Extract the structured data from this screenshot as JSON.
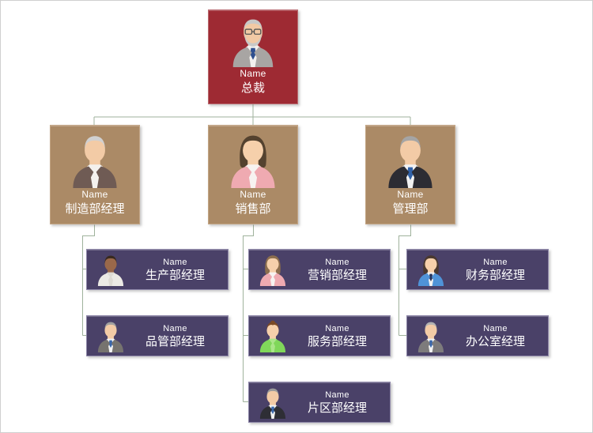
{
  "diagram": {
    "type": "org-chart"
  },
  "colors": {
    "page_bg": "#ffffff",
    "page_border": "#cfcfcf",
    "level1_bg": "#9e2a33",
    "level1_border": "#b96a70",
    "level2_bg": "#ab8a66",
    "level2_border": "#c3a585",
    "level3_bg": "#4a4168",
    "level3_border": "#8d86a8",
    "connector": "#9fb29c",
    "text": "#ffffff"
  },
  "nodes": {
    "ceo": {
      "name": "Name",
      "title": "总裁",
      "avatar": {
        "skin": "#f1c9a5",
        "hair": "#c8c8c8",
        "coat": "#a8a5a3",
        "shirt": "#f2f0ee",
        "tie": "#2f4f8f",
        "features": "beard glasses"
      }
    },
    "manufacturing": {
      "name": "Name",
      "title": "制造部经理",
      "avatar": {
        "skin": "#f3cba6",
        "hair": "#d0d0d0",
        "coat": "#6f5b54",
        "shirt": "#f4f1ee",
        "tie": "none",
        "features": ""
      }
    },
    "sales": {
      "name": "Name",
      "title": "销售部",
      "avatar": {
        "skin": "#f6d0ab",
        "hair": "#54422f",
        "coat": "#efaab1",
        "shirt": "#f7f3f1",
        "tie": "none",
        "features": "long"
      }
    },
    "admin": {
      "name": "Name",
      "title": "管理部",
      "avatar": {
        "skin": "#f3cba6",
        "hair": "#a5a5a5",
        "coat": "#2c2c33",
        "shirt": "#f2f2f2",
        "tie": "#3061a8",
        "features": ""
      }
    },
    "production": {
      "name": "Name",
      "title": "生产部经理",
      "avatar": {
        "skin": "#9a684a",
        "hair": "#38291f",
        "coat": "#eceae5",
        "shirt": "#dedbd4",
        "tie": "none",
        "features": ""
      }
    },
    "quality": {
      "name": "Name",
      "title": "品管部经理",
      "avatar": {
        "skin": "#f3cba6",
        "hair": "#a0a0a0",
        "coat": "#76736f",
        "shirt": "#f2f2f2",
        "tie": "#3a67ab",
        "features": ""
      }
    },
    "marketing": {
      "name": "Name",
      "title": "营销部经理",
      "avatar": {
        "skin": "#f6d0ab",
        "hair": "#8c6e4e",
        "coat": "#efaab1",
        "shirt": "#f7f3f1",
        "tie": "none",
        "features": "long"
      }
    },
    "service": {
      "name": "Name",
      "title": "服务部经理",
      "avatar": {
        "skin": "#f6d0ab",
        "hair": "#7b4a27",
        "coat": "#80d75a",
        "shirt": "#abe68a",
        "tie": "none",
        "features": "bun"
      }
    },
    "region": {
      "name": "Name",
      "title": "片区部经理",
      "avatar": {
        "skin": "#f3cba6",
        "hair": "#9b9b9b",
        "coat": "#2e2e35",
        "shirt": "#f2f2f2",
        "tie": "#3a67ab",
        "features": ""
      }
    },
    "finance": {
      "name": "Name",
      "title": "财务部经理",
      "avatar": {
        "skin": "#f6d0ab",
        "hair": "#4a3930",
        "coat": "#4f93d8",
        "shirt": "#f2f2f2",
        "tie": "#27355c",
        "features": "long"
      }
    },
    "office": {
      "name": "Name",
      "title": "办公室经理",
      "avatar": {
        "skin": "#f3cba6",
        "hair": "#b2b2b2",
        "coat": "#7d7b7c",
        "shirt": "#f2f2f2",
        "tie": "#3a67ab",
        "features": ""
      }
    }
  },
  "hierarchy": {
    "ceo": [
      "manufacturing",
      "sales",
      "admin"
    ],
    "manufacturing": [
      "production",
      "quality"
    ],
    "sales": [
      "marketing",
      "service",
      "region"
    ],
    "admin": [
      "finance",
      "office"
    ]
  }
}
